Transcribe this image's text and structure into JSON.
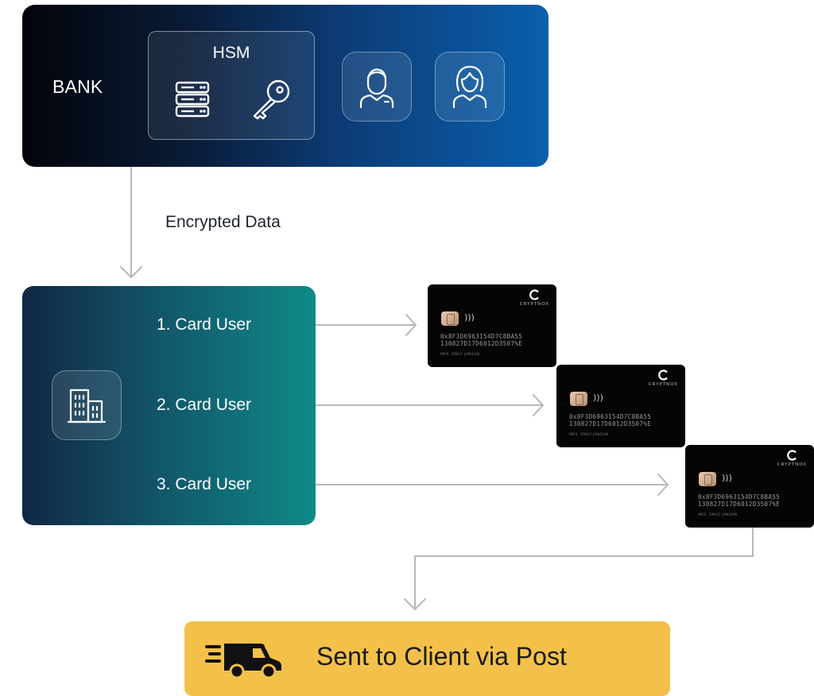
{
  "bank": {
    "label": "BANK",
    "hsm_title": "HSM",
    "icons": [
      "server-icon",
      "key-icon",
      "male-user-icon",
      "female-user-icon"
    ]
  },
  "flow": {
    "encrypted_label": "Encrypted Data"
  },
  "institution": {
    "icon": "building-icon",
    "card_users": [
      "1. Card User",
      "2. Card User",
      "3. Card User"
    ]
  },
  "cards": [
    {
      "brand": "CRYPTNOX",
      "number_line1": "0x8F3D6963154D7C8BA55",
      "number_line2": "130827D17D6012D3507%E",
      "holder": "MRS. EMILY JANSON"
    },
    {
      "brand": "CRYPTNOX",
      "number_line1": "0x8F3D6963154D7C8BA55",
      "number_line2": "130827D17D6012D3507%E",
      "holder": "MRS. EMILY JANSON"
    },
    {
      "brand": "CRYPTNOX",
      "number_line1": "0x8F3D6963154D7C8BA55",
      "number_line2": "130827D17D6012D3507%E",
      "holder": "MRS. EMILY JANSON"
    }
  ],
  "post": {
    "label": "Sent to Client via Post",
    "icon": "delivery-truck-icon"
  },
  "colors": {
    "bank_gradient_start": "#020409",
    "bank_gradient_end": "#0a5fad",
    "institution_gradient_start": "#112744",
    "institution_gradient_end": "#0f8a88",
    "post_banner": "#f3c14a",
    "connector": "#b8b8b8"
  }
}
